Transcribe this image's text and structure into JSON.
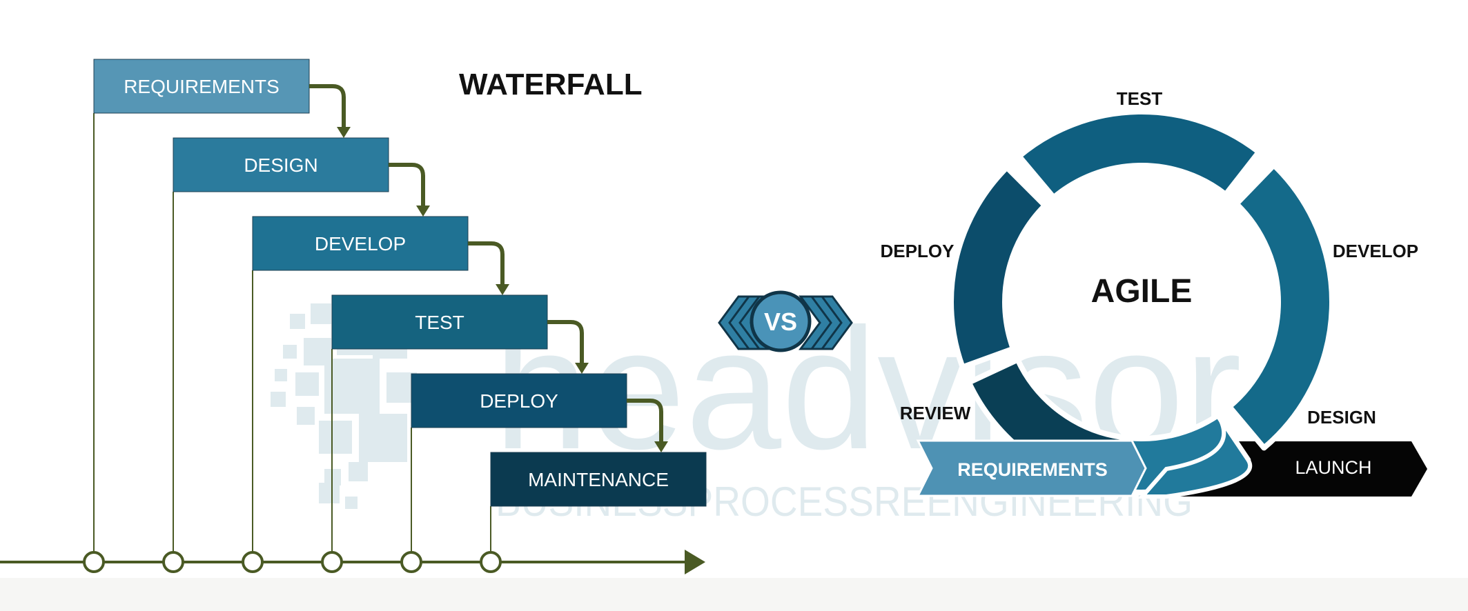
{
  "waterfall": {
    "title": "WATERFALL",
    "steps": [
      {
        "label": "REQUIREMENTS",
        "color": "#5696b5"
      },
      {
        "label": "DESIGN",
        "color": "#2b7b9d"
      },
      {
        "label": "DEVELOP",
        "color": "#1f7293"
      },
      {
        "label": "TEST",
        "color": "#15637f"
      },
      {
        "label": "DEPLOY",
        "color": "#0e4f6f"
      },
      {
        "label": "MAINTENANCE",
        "color": "#0b3a50"
      }
    ],
    "line_color": "#4a5a24"
  },
  "vs": {
    "label": "VS",
    "color": "#2f7fa3",
    "dark": "#103548"
  },
  "agile": {
    "center_label": "AGILE",
    "segments": [
      {
        "label": "TEST",
        "color": "#0f5f80"
      },
      {
        "label": "DEVELOP",
        "color": "#146a8a"
      },
      {
        "label": "DESIGN",
        "color": "#217a9c"
      },
      {
        "label": "REVIEW",
        "color": "#0a3f55"
      },
      {
        "label": "DEPLOY",
        "color": "#0c4d6b"
      }
    ],
    "requirements_label": "REQUIREMENTS",
    "requirements_color": "#4e92b4",
    "launch_label": "LAUNCH",
    "launch_color": "#050505"
  },
  "watermark": {
    "brand": "headvisor",
    "tagline": "BUSINESSPROCESSREENGINEERING"
  }
}
